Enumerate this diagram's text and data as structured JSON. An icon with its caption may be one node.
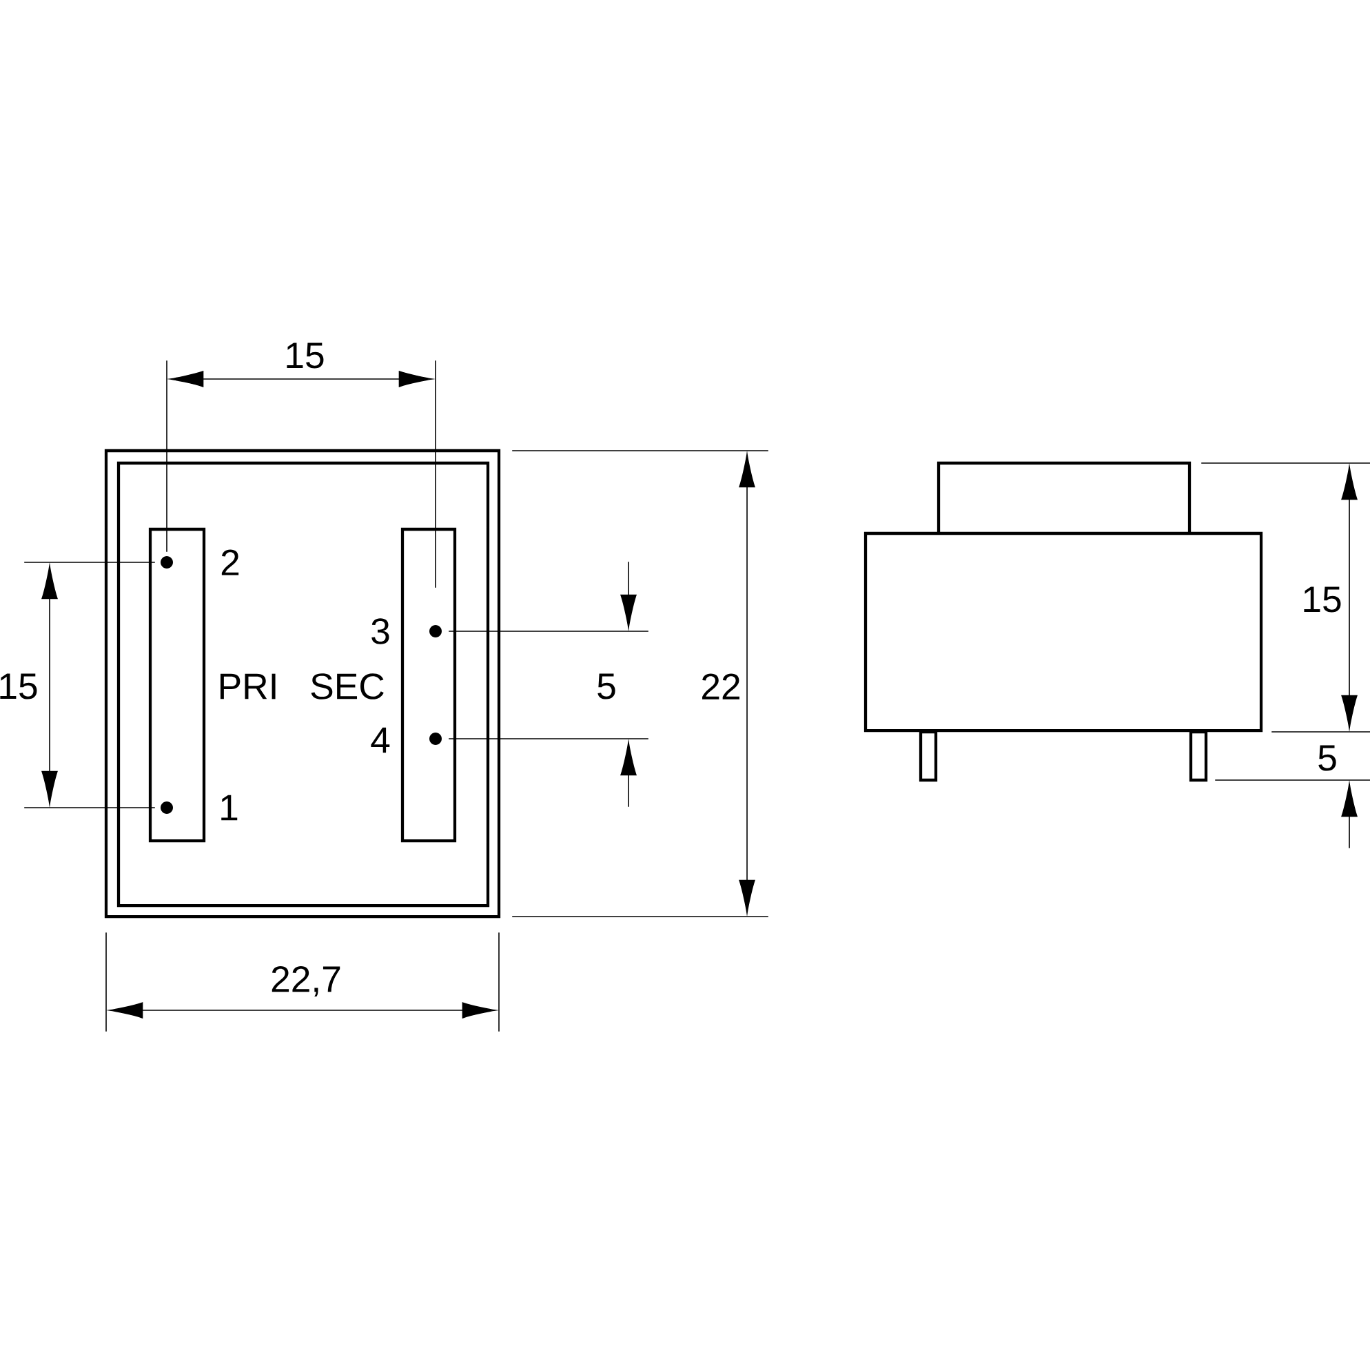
{
  "diagram": {
    "labels": [
      "15",
      "2",
      "3",
      "15",
      "15",
      "PRI",
      "SEC",
      "5",
      "22",
      "4",
      "5",
      "1",
      "22,7"
    ]
  }
}
